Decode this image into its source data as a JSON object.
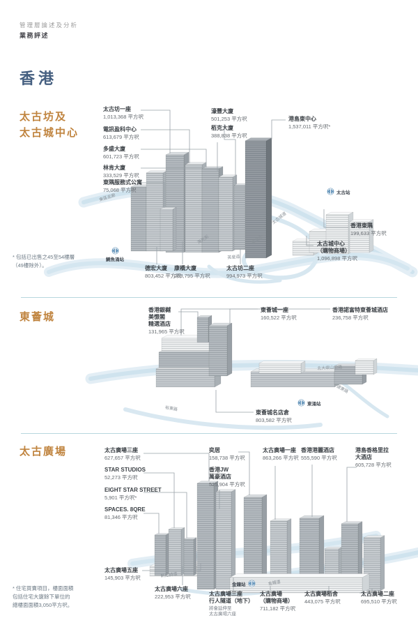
{
  "header": {
    "eyebrow": "管理層論述及分析",
    "subtitle": "業務評述",
    "title": "香港"
  },
  "unit": "平方呎",
  "colors": {
    "title_blue": "#455f80",
    "section_orange": "#c0843f",
    "divider_teal": "#b7d7de",
    "mtr_icon_blue": "#6f9cbf"
  },
  "sections": [
    {
      "heading": "太古坊及\n太古城中心",
      "labels": [
        {
          "name": "太古坊一座",
          "area": "1,013,368 平方呎"
        },
        {
          "name": "電訊盈科中心",
          "area": "613,679 平方呎"
        },
        {
          "name": "多盛大廈",
          "area": "601,723 平方呎"
        },
        {
          "name": "林肯大廈",
          "area": "333,529 平方呎"
        },
        {
          "name": "東隅服務式公寓",
          "area": "75,068 平方呎"
        },
        {
          "name": "濠豐大廈",
          "area": "501,253 平方呎"
        },
        {
          "name": "栢克大廈",
          "area": "388,838 平方呎"
        },
        {
          "name": "港島東中心",
          "area": "1,537,011 平方呎*"
        },
        {
          "name": "香港東隅",
          "area": "199,633 平方呎"
        },
        {
          "name": "太古城中心\n（購物商場）",
          "area": "1,096,898 平方呎"
        },
        {
          "name": "德宏大廈",
          "area": "803,452 平方呎"
        },
        {
          "name": "康橋大廈",
          "area": "268,795 平方呎"
        },
        {
          "name": "太古坊二座",
          "area": "994,973 平方呎"
        }
      ],
      "stations": [
        "太古站",
        "鰂魚涌站"
      ],
      "roads": [
        "東區走廊",
        "太古城道",
        "華蘭路",
        "英皇道",
        "海光街"
      ],
      "footnote": "* 包括已出售之45至54樓層\n（49樓除外）。"
    },
    {
      "heading": "東薈城",
      "labels": [
        {
          "name": "香港銀樾\n美憬閣\n精選酒店",
          "area": "131,965 平方呎"
        },
        {
          "name": "東薈城一座",
          "area": "160,522 平方呎"
        },
        {
          "name": "香港諾富特東薈城酒店",
          "area": "236,758 平方呎"
        },
        {
          "name": "東薈城名店倉",
          "area": "803,582 平方呎"
        }
      ],
      "stations": [
        "東涌站"
      ],
      "roads": [
        "北大嶼山公路",
        "達東路",
        "裕東路"
      ]
    },
    {
      "heading": "太古廣場",
      "labels": [
        {
          "name": "太古廣場三座",
          "area": "627,657 平方呎"
        },
        {
          "name": "STAR STUDIOS",
          "area": "52,273 平方呎"
        },
        {
          "name": "EIGHT STAR STREET",
          "area": "5,901 平方呎*"
        },
        {
          "name": "SPACES. 8QRE",
          "area": "81,346 平方呎"
        },
        {
          "name": "太古廣場五座",
          "area": "145,903 平方呎"
        },
        {
          "name": "太古廣場六座",
          "area": "222,953 平方呎"
        },
        {
          "name": "奕居",
          "area": "158,738 平方呎"
        },
        {
          "name": "香港JW\n萬豪酒店",
          "area": "525,904 平方呎"
        },
        {
          "name": "太古廣場一座",
          "area": "863,266 平方呎"
        },
        {
          "name": "香港港麗酒店",
          "area": "555,590 平方呎"
        },
        {
          "name": "港島香格里拉\n大酒店",
          "area": "605,728 平方呎"
        },
        {
          "name": "太古廣場三座\n行人隧道（地下）",
          "area": "",
          "note": "將會延伸至\n太古廣場六座"
        },
        {
          "name": "太古廣場\n（購物商場）",
          "area": "711,182 平方呎"
        },
        {
          "name": "太古廣場栢舍",
          "area": "443,075 平方呎"
        },
        {
          "name": "太古廣場二座",
          "area": "695,510 平方呎"
        }
      ],
      "stations": [
        "金鐘站"
      ],
      "roads": [
        "軒尼詩道",
        "金鐘道"
      ],
      "footnote": "* 住宅買賣項目，樓面面積\n包括住宅大廈餘下單位的\n總樓面面積3,050平方呎。"
    }
  ]
}
